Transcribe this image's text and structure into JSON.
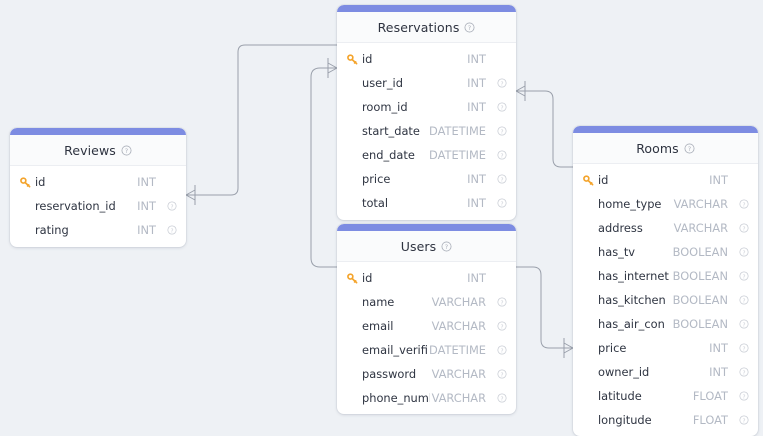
{
  "canvas": {
    "background_color": "#eef1f5",
    "card_accent_color": "#7d8ce2",
    "key_icon_color": "#f4a42c",
    "type_text_color": "#b3b9c4"
  },
  "icons": {
    "primary_key": "key-icon",
    "info": "question-circle-icon"
  },
  "tables": [
    {
      "id": "reservations",
      "name": "Reservations",
      "fields": [
        {
          "name": "id",
          "type": "INT",
          "pk": true,
          "note": false
        },
        {
          "name": "user_id",
          "type": "INT",
          "pk": false,
          "note": true
        },
        {
          "name": "room_id",
          "type": "INT",
          "pk": false,
          "note": true
        },
        {
          "name": "start_date",
          "type": "DATETIME",
          "pk": false,
          "note": true
        },
        {
          "name": "end_date",
          "type": "DATETIME",
          "pk": false,
          "note": true
        },
        {
          "name": "price",
          "type": "INT",
          "pk": false,
          "note": true
        },
        {
          "name": "total",
          "type": "INT",
          "pk": false,
          "note": true
        }
      ]
    },
    {
      "id": "reviews",
      "name": "Reviews",
      "fields": [
        {
          "name": "id",
          "type": "INT",
          "pk": true,
          "note": false
        },
        {
          "name": "reservation_id",
          "type": "INT",
          "pk": false,
          "note": true
        },
        {
          "name": "rating",
          "type": "INT",
          "pk": false,
          "note": true
        }
      ]
    },
    {
      "id": "users",
      "name": "Users",
      "fields": [
        {
          "name": "id",
          "type": "INT",
          "pk": true,
          "note": false
        },
        {
          "name": "name",
          "type": "VARCHAR",
          "pk": false,
          "note": true
        },
        {
          "name": "email",
          "type": "VARCHAR",
          "pk": false,
          "note": true
        },
        {
          "name": "email_verified_at",
          "type": "DATETIME",
          "pk": false,
          "note": true
        },
        {
          "name": "password",
          "type": "VARCHAR",
          "pk": false,
          "note": true
        },
        {
          "name": "phone_number",
          "type": "VARCHAR",
          "pk": false,
          "note": true
        }
      ]
    },
    {
      "id": "rooms",
      "name": "Rooms",
      "fields": [
        {
          "name": "id",
          "type": "INT",
          "pk": true,
          "note": false
        },
        {
          "name": "home_type",
          "type": "VARCHAR",
          "pk": false,
          "note": true
        },
        {
          "name": "address",
          "type": "VARCHAR",
          "pk": false,
          "note": true
        },
        {
          "name": "has_tv",
          "type": "BOOLEAN",
          "pk": false,
          "note": true
        },
        {
          "name": "has_internet",
          "type": "BOOLEAN",
          "pk": false,
          "note": true
        },
        {
          "name": "has_kitchen",
          "type": "BOOLEAN",
          "pk": false,
          "note": true
        },
        {
          "name": "has_air_con",
          "type": "BOOLEAN",
          "pk": false,
          "note": true
        },
        {
          "name": "price",
          "type": "INT",
          "pk": false,
          "note": true
        },
        {
          "name": "owner_id",
          "type": "INT",
          "pk": false,
          "note": true
        },
        {
          "name": "latitude",
          "type": "FLOAT",
          "pk": false,
          "note": true
        },
        {
          "name": "longitude",
          "type": "FLOAT",
          "pk": false,
          "note": true
        }
      ]
    }
  ],
  "relationships": [
    {
      "id": "reviews-reservations",
      "from_table": "reviews",
      "from_field": "reservation_id",
      "to_table": "reservations",
      "to_field": "id"
    },
    {
      "id": "reservations-users",
      "from_table": "reservations",
      "from_field": "user_id",
      "to_table": "users",
      "to_field": "id"
    },
    {
      "id": "reservations-rooms",
      "from_table": "reservations",
      "from_field": "room_id",
      "to_table": "rooms",
      "to_field": "id"
    },
    {
      "id": "users-rooms",
      "from_table": "users",
      "from_field": "id",
      "to_table": "rooms",
      "to_field": "owner_id"
    }
  ]
}
